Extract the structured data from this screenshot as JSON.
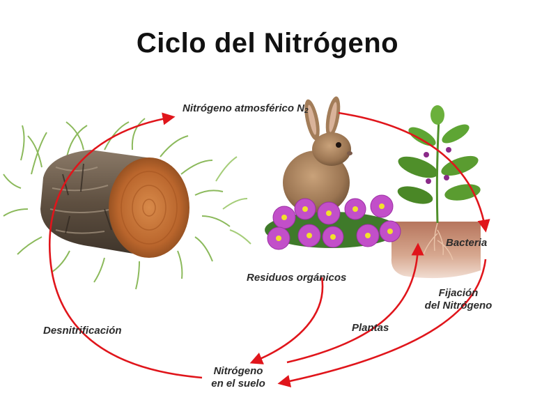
{
  "title": "Ciclo del Nitrógeno",
  "labels": {
    "atmosferico": "Nitrógeno atmosférico N",
    "atmosferico_sub": "2",
    "residuos": "Residuos orgánicos",
    "bacteria": "Bacteria",
    "fijacion_1": "Fijación",
    "fijacion_2": "del Nitrógeno",
    "desnitrificacion": "Desnitrificación",
    "plantas": "Plantas",
    "suelo_1": "Nitrógeno",
    "suelo_2": "en el suelo"
  },
  "illustrations": {
    "log": "tree-log-icon",
    "rabbit": "rabbit-icon",
    "flowers": "purple-flowers-icon",
    "plant": "bean-plant-icon",
    "soil": "soil-block-icon"
  },
  "colors": {
    "arrow": "#e0151b",
    "flower": "#c24fc9",
    "leaf": "#4f8f2a",
    "soil": "#c98f76"
  }
}
